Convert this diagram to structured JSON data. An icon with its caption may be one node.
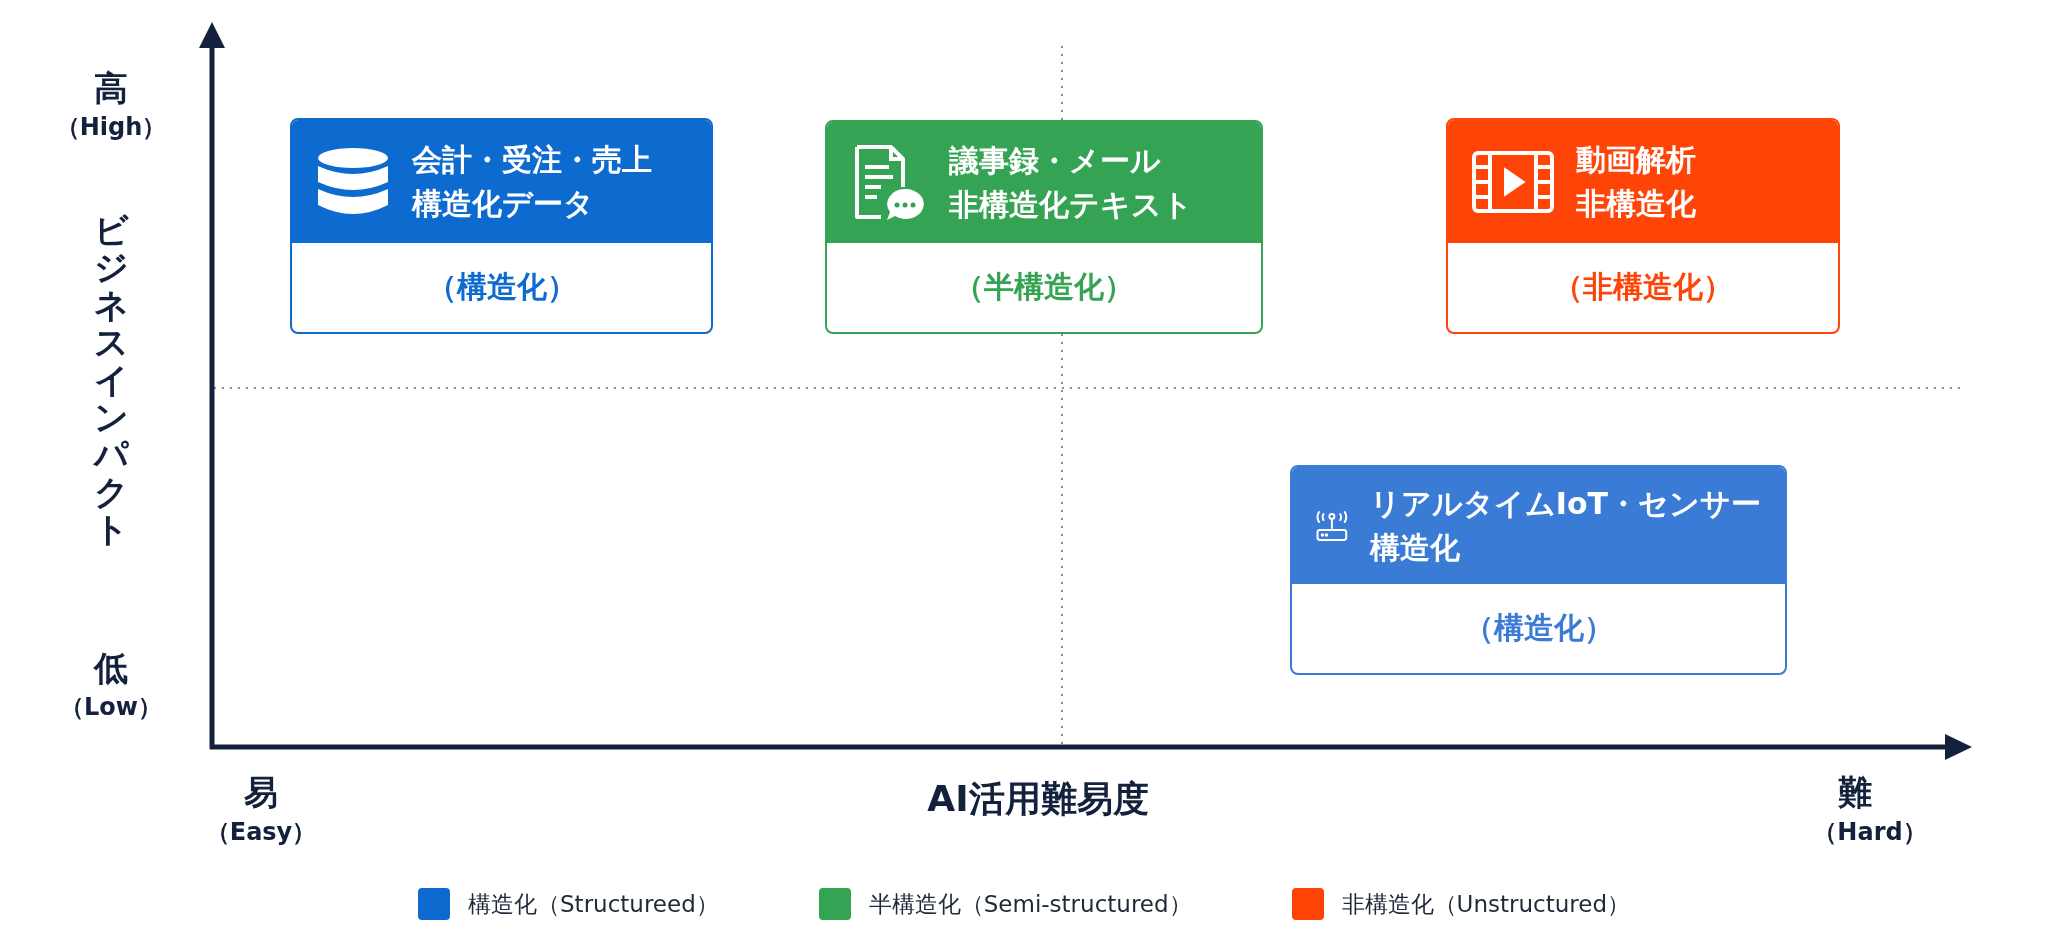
{
  "diagram": {
    "nodes": [
      {
        "text": [
          "会計・受注・売上",
          "構造化データ",
          "（構造化）"
        ]
      },
      {
        "text": [
          "議事録・メール",
          "非構造化テキスト",
          "（半構造化）"
        ]
      },
      {
        "text": [
          "動画解析",
          "非構造化",
          "（非構造化）"
        ]
      },
      {
        "text": [
          "リアルタイムIoT・センサー",
          "構造化",
          "（構造化）"
        ]
      }
    ],
    "labels": [
      "高",
      "（High）",
      "ビジネスインパクト",
      "低",
      "（Low）",
      "易",
      "（Easy）",
      "AI活用難易度",
      "難",
      "（Hard）"
    ],
    "legend": [
      {
        "text": "構造化（Structureed）",
        "color": "#0d6bd0"
      },
      {
        "text": "半構造化（Semi-structured）",
        "color": "#34a353"
      },
      {
        "text": "非構造化（Unstructured）",
        "color": "#ff4408"
      }
    ]
  }
}
